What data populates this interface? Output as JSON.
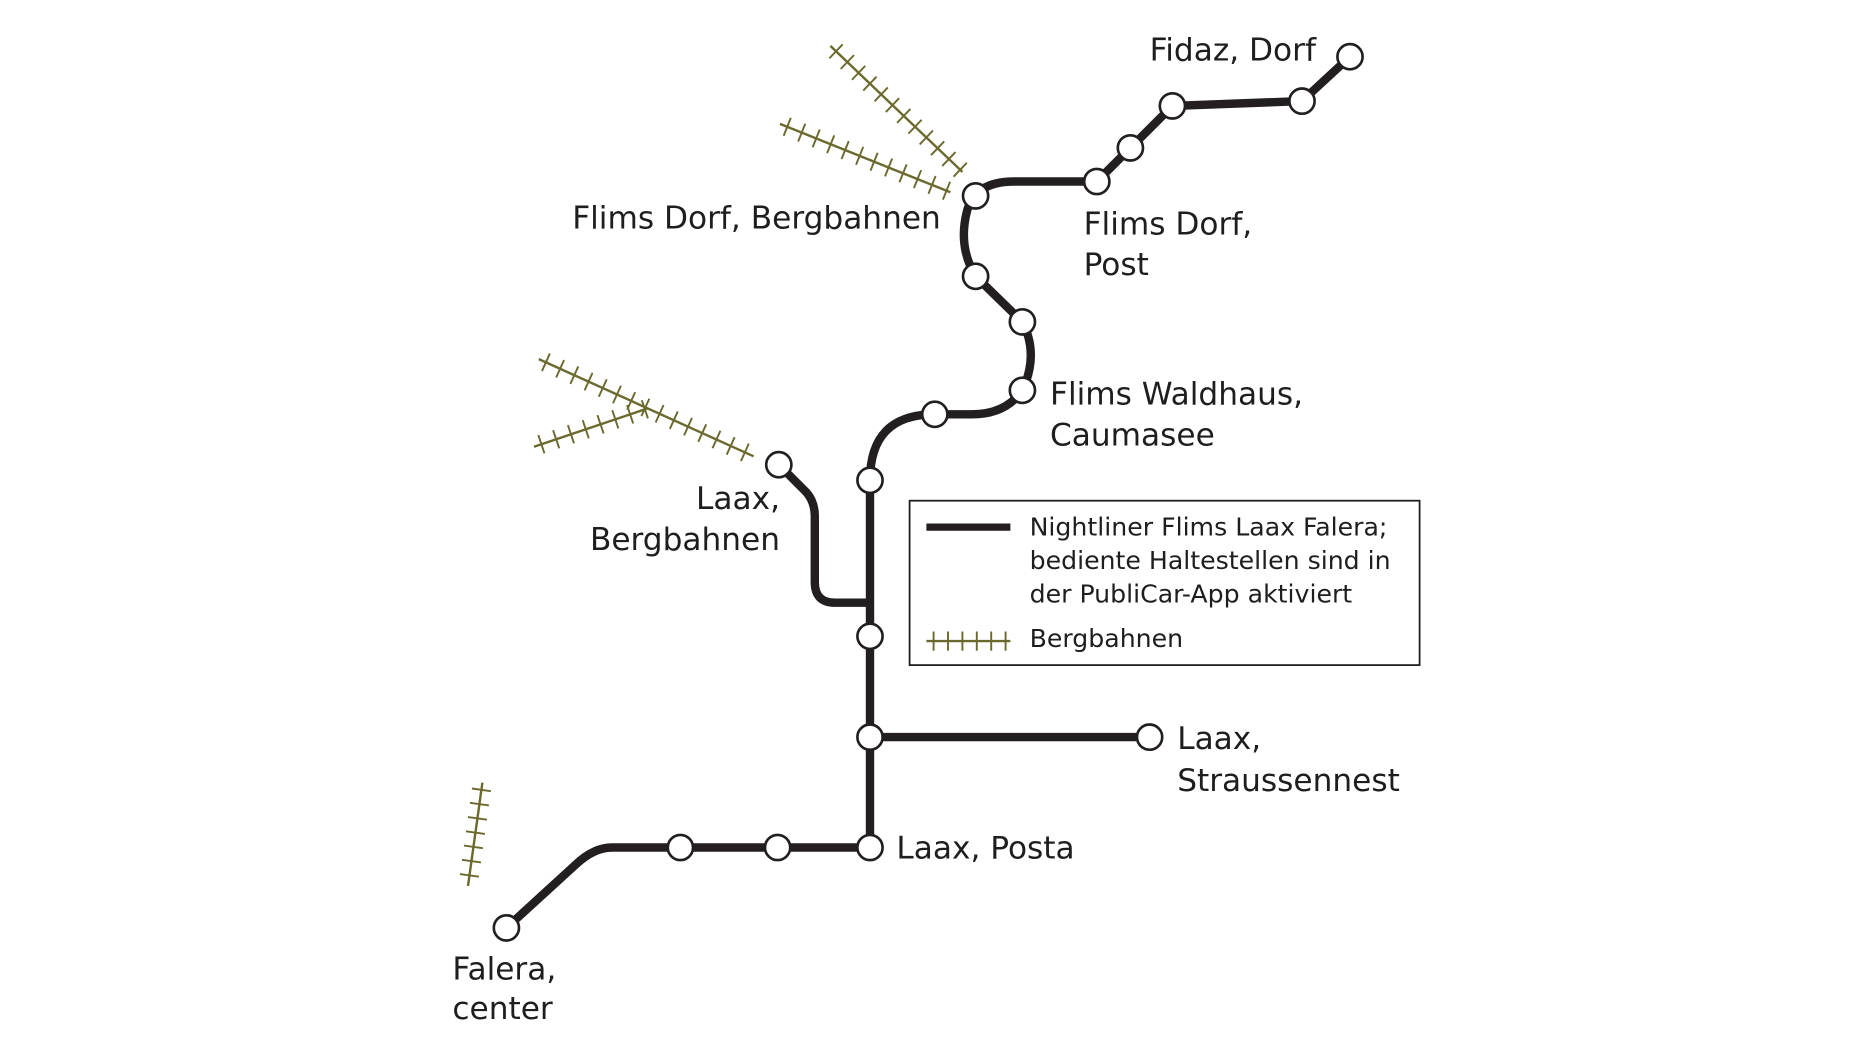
{
  "colors": {
    "line": "#231f20",
    "bergbahn": "#6b6a2e",
    "station_fill": "#ffffff"
  },
  "stations": {
    "fidaz_dorf": "Fidaz, Dorf",
    "flims_dorf_bergbahnen": "Flims Dorf, Bergbahnen",
    "flims_dorf_post": [
      "Flims Dorf,",
      "Post"
    ],
    "flims_waldhaus": [
      "Flims Waldhaus,",
      "Caumasee"
    ],
    "laax_bergbahnen": [
      "Laax,",
      "Bergbahnen"
    ],
    "laax_strassennest": [
      "Laax,",
      "Straussennest"
    ],
    "laax_posta": "Laax, Posta",
    "falera_center": [
      "Falera,",
      "center"
    ]
  },
  "legend": {
    "nightliner": [
      "Nightliner Flims Laax Falera;",
      "bediente Haltestellen sind in",
      "der PubliCar-App aktiviert"
    ],
    "bergbahnen": "Bergbahnen"
  }
}
